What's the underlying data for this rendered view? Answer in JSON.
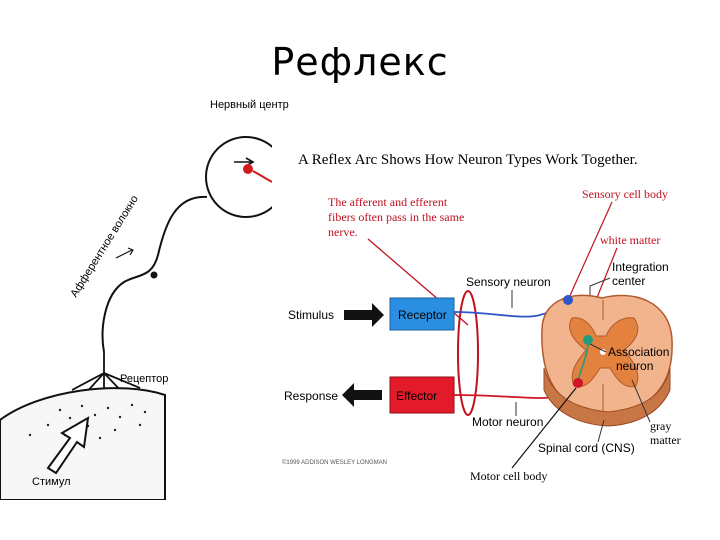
{
  "slide": {
    "title": "Рефлекс"
  },
  "left_diagram": {
    "nerve_center_label": "Нервный центр",
    "afferent_fiber_label": "Афферентное волокно",
    "receptor_label": "Рецептор",
    "stimulus_label": "Стимул"
  },
  "right_diagram": {
    "heading": "A Reflex Arc Shows How Neuron Types Work Together.",
    "note_fibers": [
      "The afferent and efferent",
      "fibers often pass in the same",
      "nerve."
    ],
    "sensory_cell_body": "Sensory cell body",
    "white_matter": "white matter",
    "sensory_neuron": "Sensory neuron",
    "integration_center": [
      "Integration",
      "center"
    ],
    "stimulus": "Stimulus",
    "receptor": "Receptor",
    "association_neuron": [
      "Association",
      "neuron"
    ],
    "response": "Response",
    "effector": "Effector",
    "motor_neuron": "Motor neuron",
    "gray_matter": [
      "gray",
      "matter"
    ],
    "spinal_cord": "Spinal cord (CNS)",
    "motor_cell_body": "Motor cell body",
    "copyright": "©1999 ADDISON WESLEY LONGMAN"
  },
  "colors": {
    "red_annotation": "#c0121f",
    "receptor_box": "#2a8fe0",
    "effector_box": "#e21a2a",
    "spinal_cord_orange": "#f2b48d",
    "spinal_cord_brown": "#b05a2e",
    "sensory_dot": "#2f55c8",
    "association_dot": "#1e9e7a",
    "motor_dot": "#d01525"
  }
}
